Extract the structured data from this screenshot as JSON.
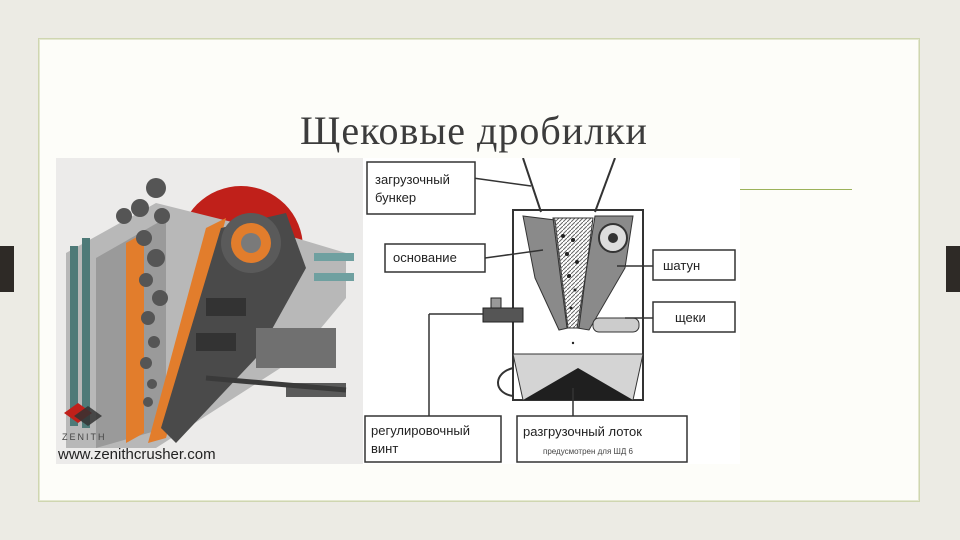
{
  "slide": {
    "title": "Щековые дробилки"
  },
  "left_image": {
    "brand": "ZENITH",
    "url": "www.zenithcrusher.com"
  },
  "diagram": {
    "labels": {
      "hopper_line1": "загрузочный",
      "hopper_line2": "бункер",
      "base": "основание",
      "conrod": "шатун",
      "jaws": "щеки",
      "screw_line1": "регулировочный",
      "screw_line2": "винт",
      "chute": "разгрузочный лоток",
      "chute_note": "предусмотрен для ШД 6"
    }
  },
  "colors": {
    "accent_rule": "#9cb25a",
    "side_bar": "#2e2a26",
    "crusher_red": "#c0201a",
    "crusher_orange": "#e27d2c"
  }
}
